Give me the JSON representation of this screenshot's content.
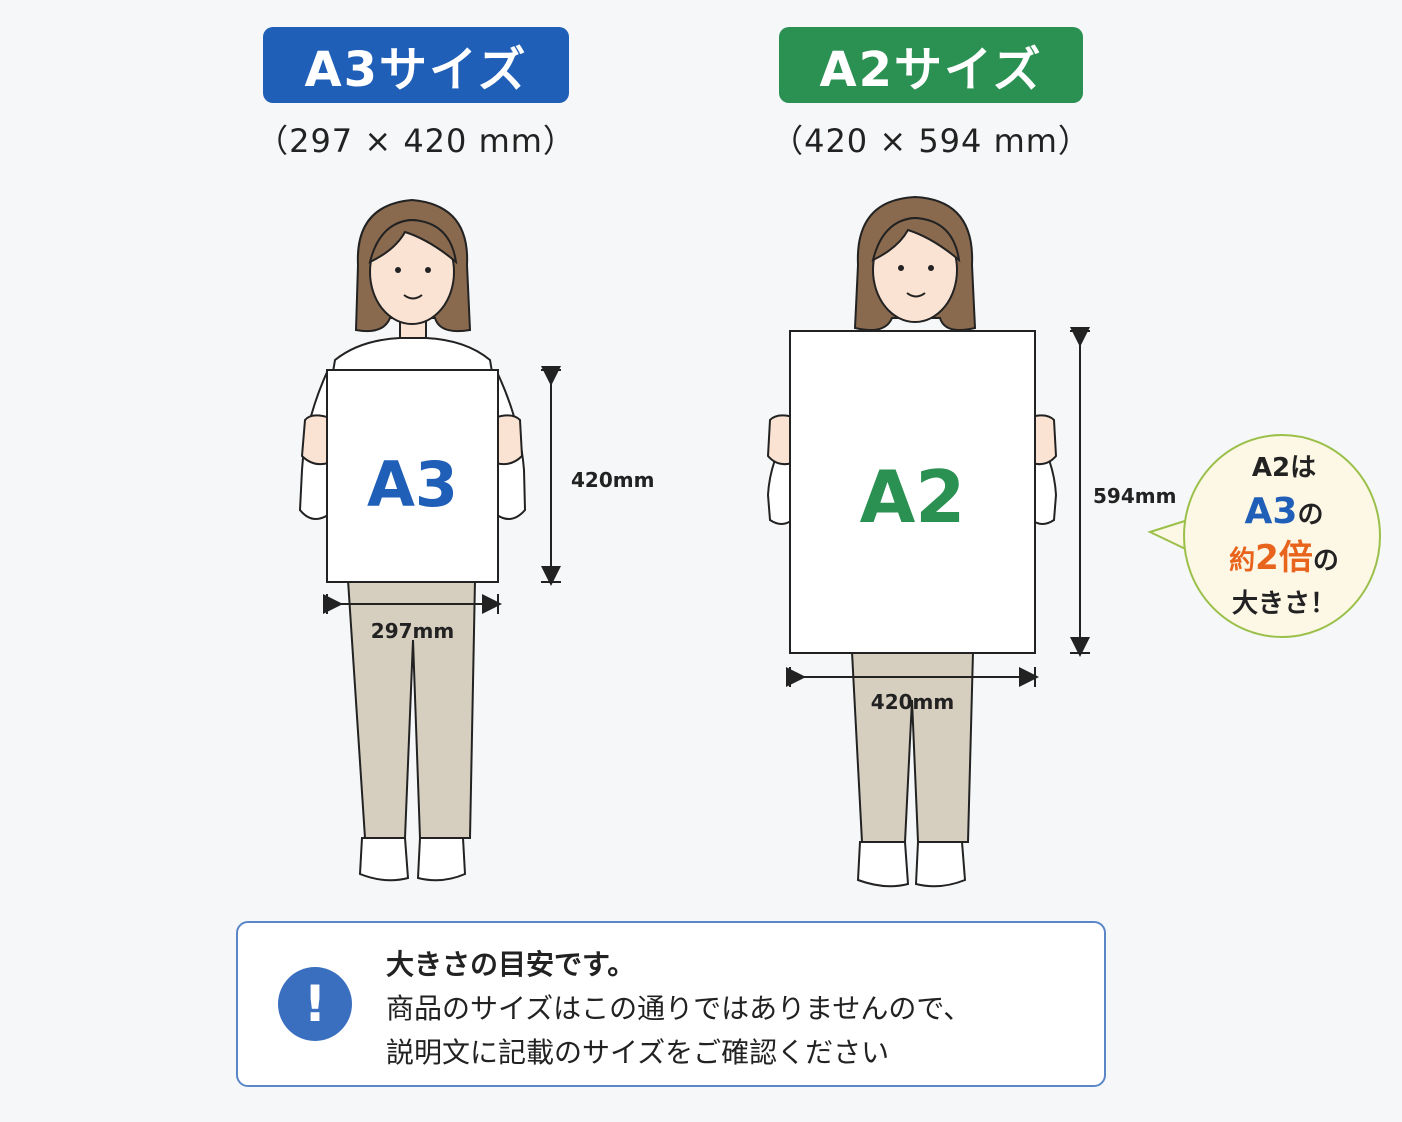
{
  "a3": {
    "badge": "A3サイズ",
    "dims": "（297 × 420 mm）",
    "sheet_label": "A3",
    "height_label": "420mm",
    "width_label": "297mm",
    "color": "#1f5fb8"
  },
  "a2": {
    "badge": "A2サイズ",
    "dims": "（420 × 594 mm）",
    "sheet_label": "A2",
    "height_label": "594mm",
    "width_label": "420mm",
    "color": "#2a9152"
  },
  "bubble": {
    "line1": "A2は",
    "line2_big": "A3",
    "line2_rest": "の",
    "line3_a": "約",
    "line3_b": "2倍",
    "line3_c": "の",
    "line4": "大きさ！"
  },
  "notice": {
    "icon": "!",
    "line1": "大きさの目安です。",
    "line2": "商品のサイズはこの通りではありませんので、",
    "line3": "説明文に記載のサイズをご確認ください"
  }
}
